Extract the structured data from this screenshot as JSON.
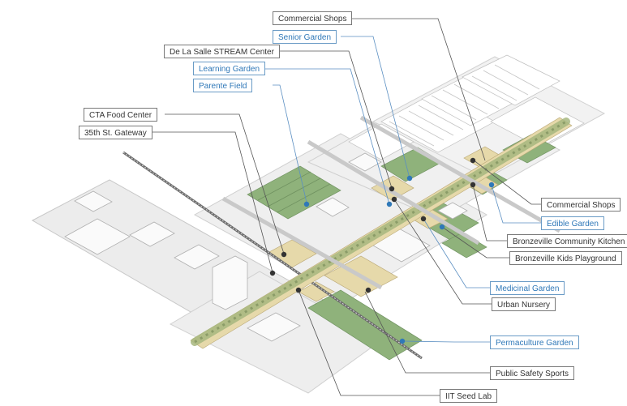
{
  "colors": {
    "accent_blue": "#2f78b8",
    "leader_gray": "#555555",
    "leader_blue": "#5b8fc2",
    "green_space": "#8fb27b",
    "sand": "#e6d9aa",
    "tree": "#a7b87f"
  },
  "labels": {
    "commercial_shops_top": "Commercial Shops",
    "senior_garden": "Senior Garden",
    "de_la_salle": "De La Salle STREAM Center",
    "learning_garden": "Learning Garden",
    "parente_field": "Parente Field",
    "cta_food_center": "CTA Food Center",
    "gateway_35th": "35th St. Gateway",
    "commercial_shops_right": "Commercial Shops",
    "edible_garden": "Edible Garden",
    "community_kitchen": "Bronzeville Community Kitchen",
    "kids_playground": "Bronzeville Kids Playground",
    "medicinal_garden": "Medicinal Garden",
    "urban_nursery": "Urban Nursery",
    "permaculture_garden": "Permaculture Garden",
    "public_safety_sports": "Public Safety Sports",
    "iit_seed_lab": "IIT Seed Lab"
  }
}
